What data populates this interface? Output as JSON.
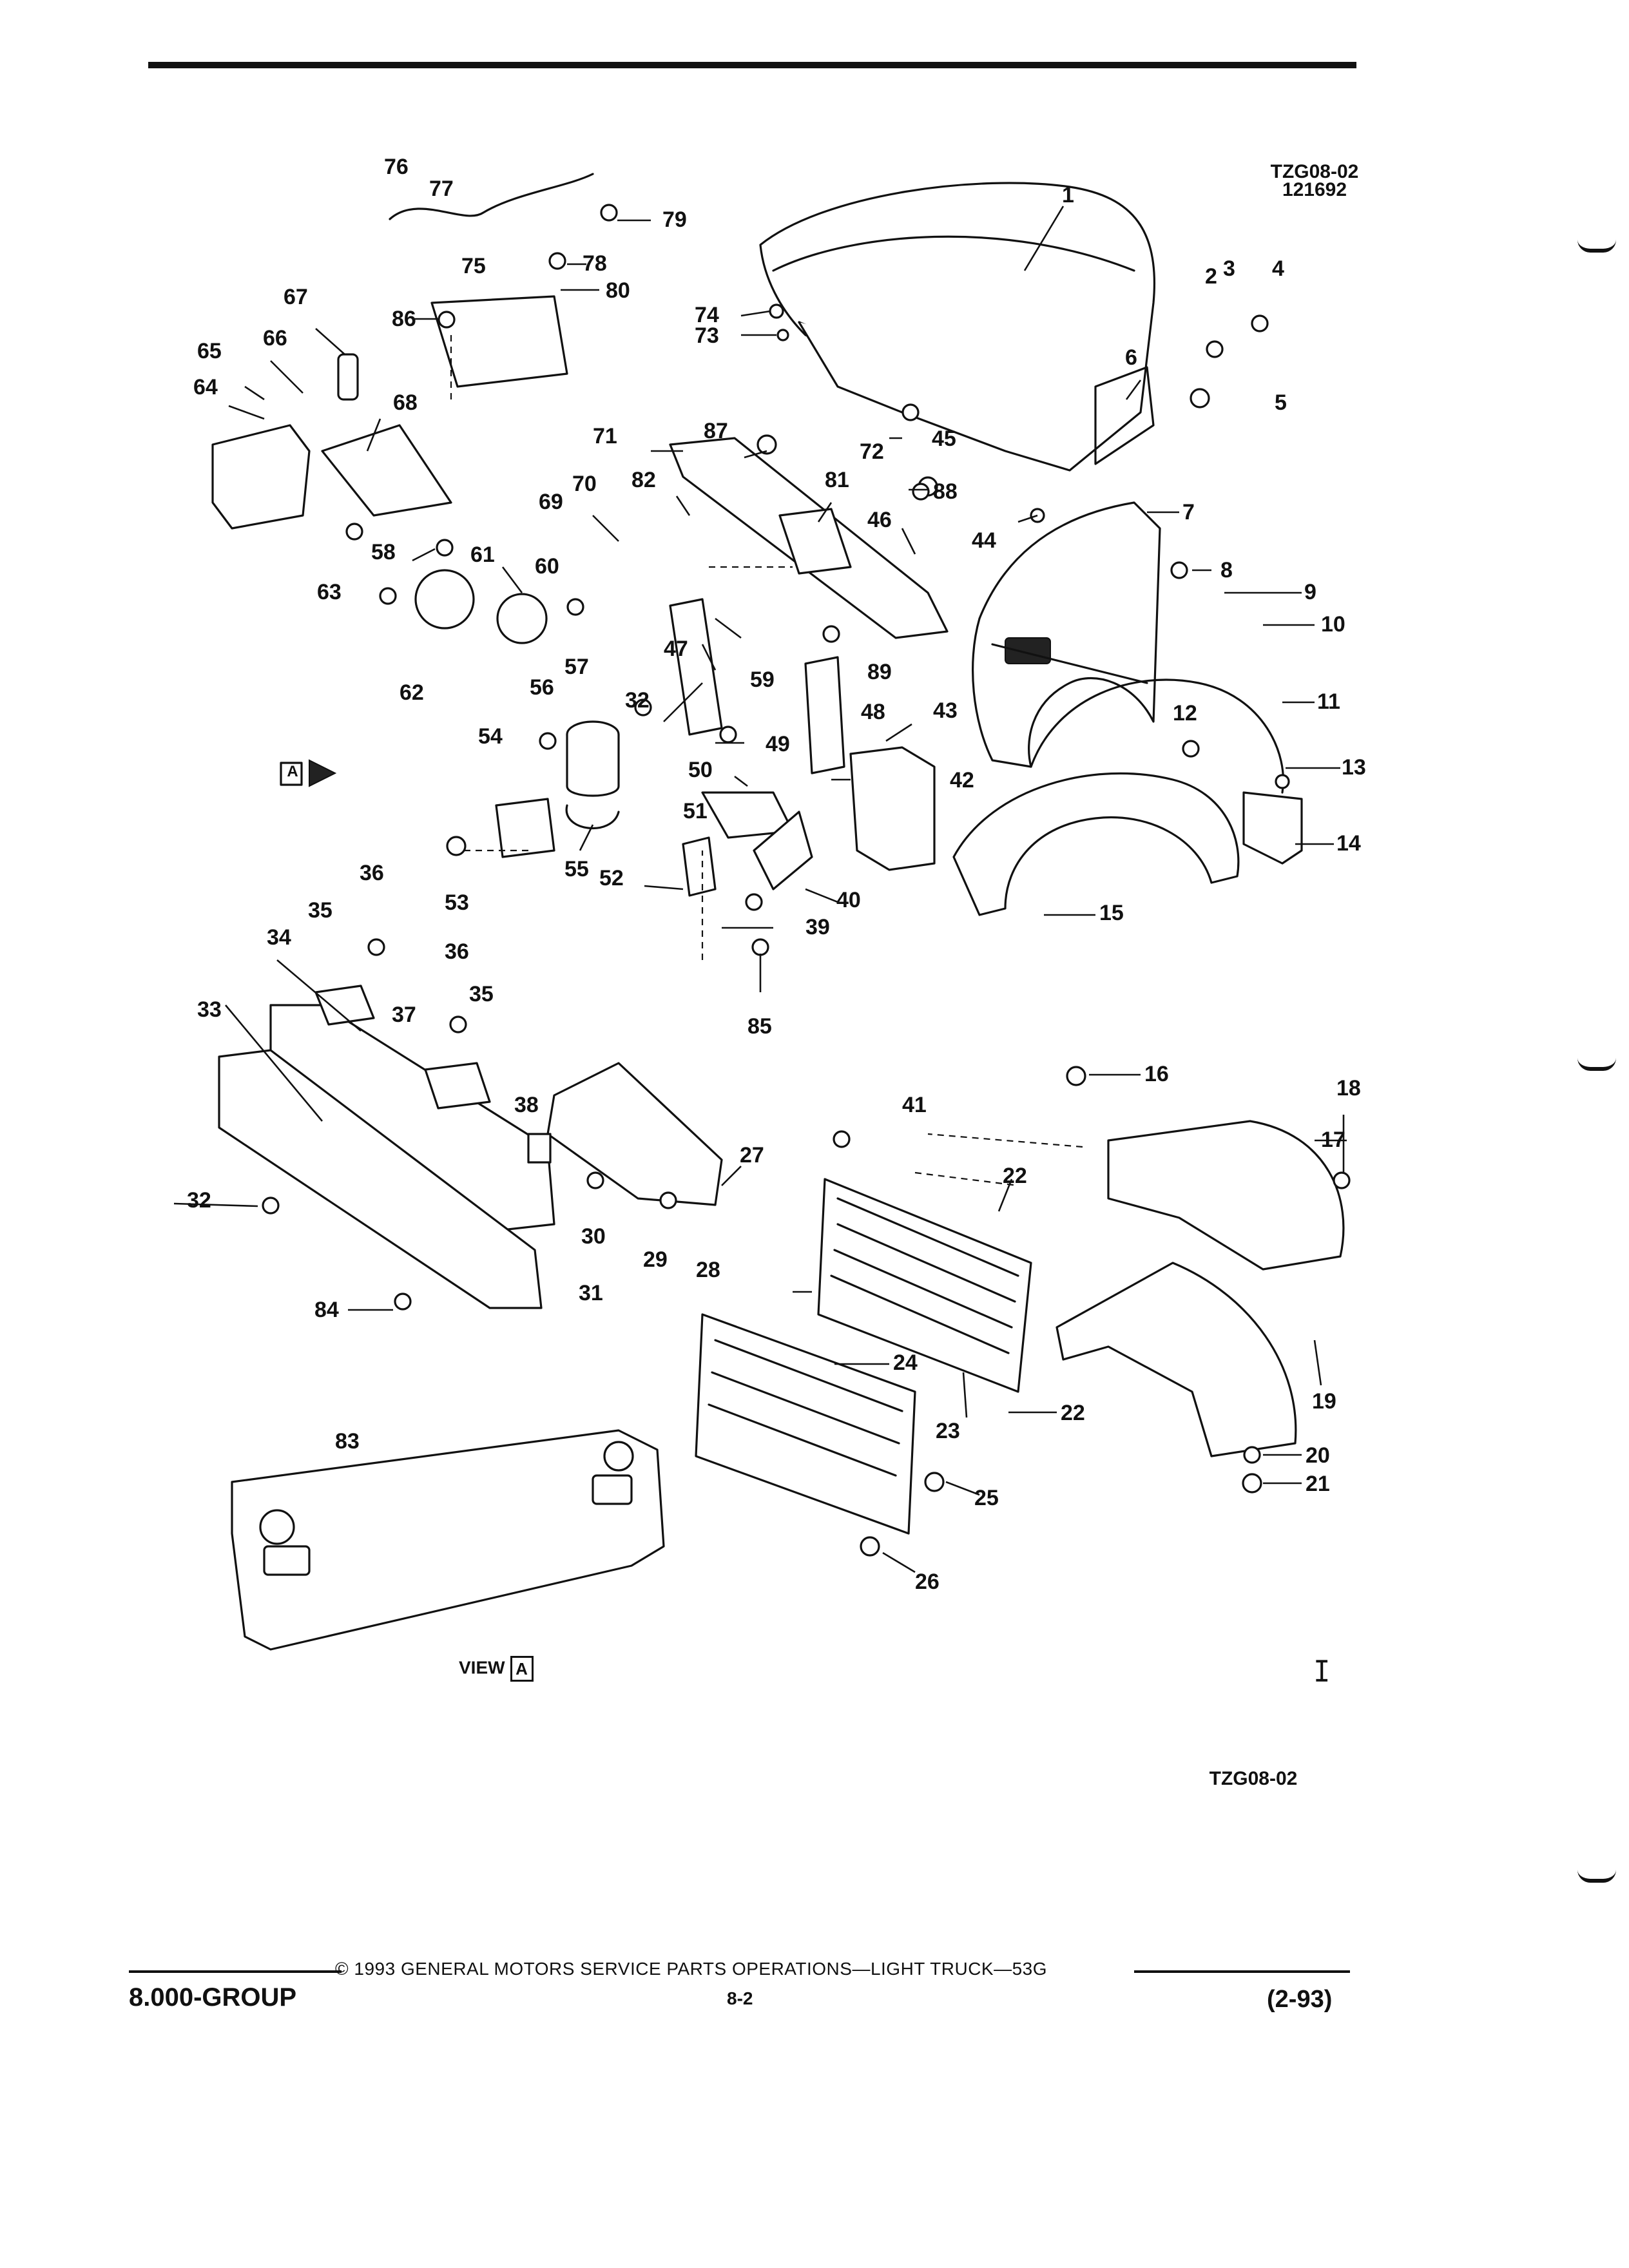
{
  "header": {
    "code": "TZG08-02",
    "date_code": "121692"
  },
  "callouts": [
    "1",
    "2",
    "3",
    "4",
    "5",
    "6",
    "7",
    "8",
    "9",
    "10",
    "11",
    "12",
    "13",
    "14",
    "15",
    "16",
    "17",
    "18",
    "19",
    "20",
    "21",
    "22",
    "22",
    "23",
    "24",
    "25",
    "26",
    "27",
    "28",
    "29",
    "30",
    "31",
    "32",
    "32",
    "33",
    "34",
    "35",
    "35",
    "36",
    "36",
    "37",
    "38",
    "39",
    "40",
    "41",
    "42",
    "43",
    "44",
    "45",
    "46",
    "47",
    "48",
    "49",
    "50",
    "51",
    "52",
    "53",
    "54",
    "55",
    "56",
    "57",
    "58",
    "59",
    "60",
    "61",
    "62",
    "63",
    "64",
    "65",
    "66",
    "67",
    "68",
    "69",
    "70",
    "71",
    "72",
    "73",
    "74",
    "75",
    "76",
    "77",
    "78",
    "79",
    "80",
    "81",
    "82",
    "83",
    "84",
    "85",
    "86",
    "87",
    "88",
    "89"
  ],
  "view": {
    "label": "VIEW",
    "letter": "A",
    "arrow_letter": "A"
  },
  "bottom_code": "TZG08-02",
  "footer": {
    "group": "8.000-GROUP",
    "copyright": "© 1993 GENERAL MOTORS SERVICE PARTS OPERATIONS—LIGHT TRUCK—53G",
    "page": "8-2",
    "date": "(2-93)"
  }
}
